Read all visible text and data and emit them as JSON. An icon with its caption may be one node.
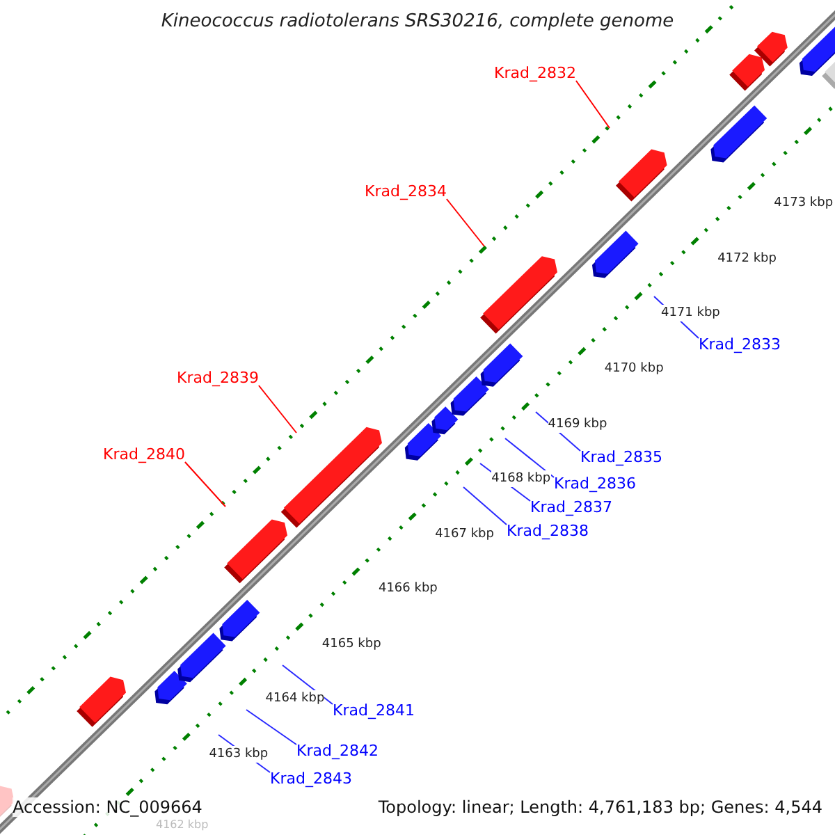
{
  "diagram": {
    "title": "Kineococcus radiotolerans SRS30216, complete genome",
    "nodes": [
      {
        "text": [
          "Krad_2832"
        ]
      },
      {
        "text": [
          "Krad_2834"
        ]
      },
      {
        "text": [
          "Krad_2833"
        ]
      },
      {
        "text": [
          "Krad_2839"
        ]
      },
      {
        "text": [
          "Krad_2840"
        ]
      },
      {
        "text": [
          "Krad_2835"
        ]
      },
      {
        "text": [
          "Krad_2836"
        ]
      },
      {
        "text": [
          "Krad_2837"
        ]
      },
      {
        "text": [
          "Krad_2838"
        ]
      },
      {
        "text": [
          "Krad_2841"
        ]
      },
      {
        "text": [
          "Krad_2842"
        ]
      },
      {
        "text": [
          "Krad_2843"
        ]
      }
    ],
    "edges": [
      {
        "from": 0,
        "to": null,
        "arrow": "none",
        "color": "#ff0000"
      },
      {
        "from": 1,
        "to": null,
        "arrow": "none",
        "color": "#ff0000"
      },
      {
        "from": 2,
        "to": null,
        "arrow": "none"
      },
      {
        "from": 3,
        "to": null,
        "arrow": "none",
        "color": "#ff0000"
      },
      {
        "from": 4,
        "to": null,
        "arrow": "none",
        "color": "#ff0000"
      },
      {
        "from": 5,
        "to": null,
        "arrow": "none"
      },
      {
        "from": 6,
        "to": null,
        "arrow": "none"
      },
      {
        "from": 7,
        "to": null,
        "arrow": "none"
      },
      {
        "from": 8,
        "to": null,
        "arrow": "none"
      },
      {
        "from": 9,
        "to": null,
        "arrow": "none"
      },
      {
        "from": 10,
        "to": null,
        "arrow": "none"
      },
      {
        "from": 11,
        "to": null,
        "arrow": "none"
      }
    ],
    "labels": [
      "4173 kbp",
      "4172 kbp",
      "4171 kbp",
      "4170 kbp",
      "4169 kbp",
      "4168 kbp",
      "4167 kbp",
      "4166 kbp",
      "4165 kbp",
      "4164 kbp",
      "4163 kbp",
      "4162 kbp",
      "Accession: NC_009664",
      "Topology: linear; Length: 4,761,183 bp; Genes: 4,544"
    ]
  }
}
